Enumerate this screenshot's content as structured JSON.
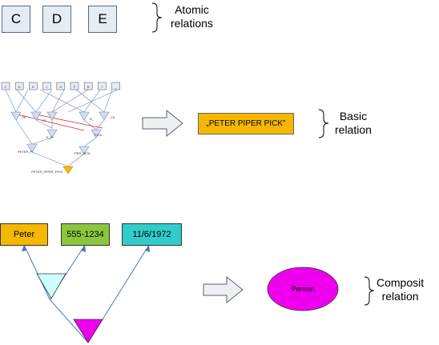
{
  "atomic": {
    "items": [
      "C",
      "D",
      "E"
    ],
    "label_line1": "Atomic",
    "label_line2": "relations"
  },
  "basic": {
    "mini_letters": [
      "C",
      "D",
      "E",
      "I",
      "K",
      "P",
      "R",
      "T",
      "_"
    ],
    "mini_labels": [
      "PETER_PI",
      "PER_PICK",
      "PETER_PIPER_PICK",
      "TE",
      "PI",
      "CK",
      "E_PI",
      "R_",
      "PICK"
    ],
    "result": "„PETER PIPER PICK\"",
    "label_line1": "Basic",
    "label_line2": "relation"
  },
  "composite": {
    "fields": [
      {
        "text": "Peter",
        "color": "#f5b800"
      },
      {
        "text": "555-1234",
        "color": "#8cc63f"
      },
      {
        "text": "11/6/1972",
        "color": "#33cccc"
      }
    ],
    "join_colors": {
      "small": "#ccffff",
      "big": "#ee00ee"
    },
    "result": "Person",
    "result_color": "#ee00ee",
    "label_line1": "Composit",
    "label_line2": "relation"
  }
}
